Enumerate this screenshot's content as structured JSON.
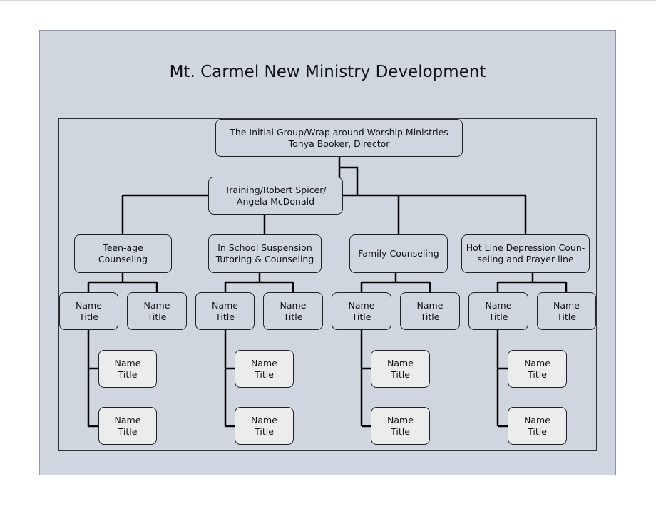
{
  "title": "Mt. Carmel New Ministry Development",
  "top": {
    "line1": "The Initial Group/Wrap around Worship Ministries",
    "line2": "Tonya Booker, Director"
  },
  "training": {
    "line1": "Training/Robert Spicer/",
    "line2": "Angela McDonald"
  },
  "ministries": [
    {
      "label": "Teen-age Counseling"
    },
    {
      "label": "In School Suspension\nTutoring & Counseling"
    },
    {
      "label": "Family Counseling"
    },
    {
      "label": "Hot Line Depression Coun-\nseling and  Prayer line"
    }
  ],
  "placeholder": {
    "name": "Name",
    "title": "Title"
  }
}
